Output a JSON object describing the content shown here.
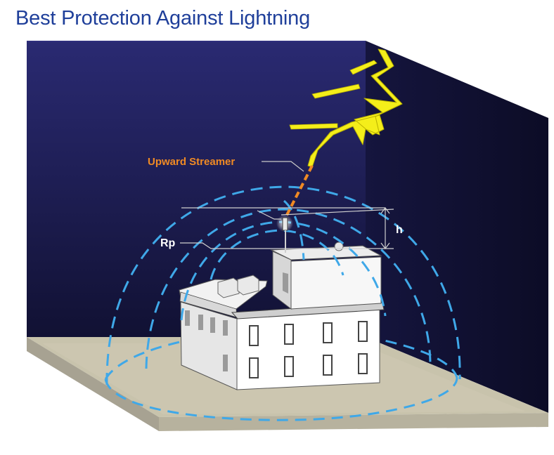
{
  "title": "Best Protection Against Lightning",
  "labels": {
    "upward_streamer": "Upward Streamer",
    "h": "h",
    "rp": "Rp"
  },
  "colors": {
    "title": "#1f3f9a",
    "sky_top": "#29286e",
    "sky_bottom": "#121236",
    "ground": "#c4bfa8",
    "protection_zone": "#3fa8e8",
    "lightning": "#f4ee1a",
    "streamer": "#f08a24"
  }
}
